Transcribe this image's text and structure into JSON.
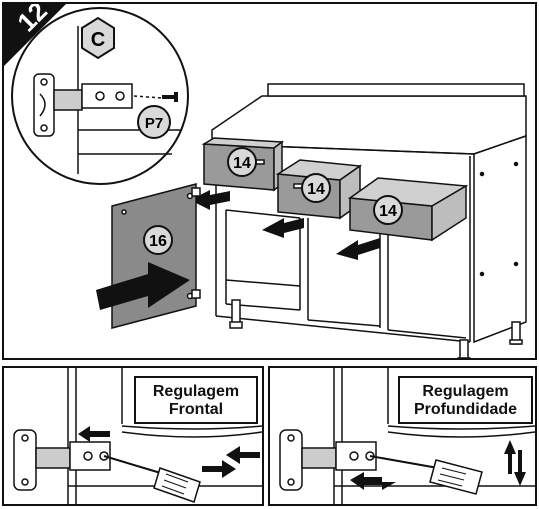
{
  "step": {
    "number": "12"
  },
  "detail": {
    "hardware_code": "C",
    "part_code": "P7"
  },
  "parts": {
    "drawer_label": "14",
    "door_label": "16"
  },
  "adjustments": {
    "frontal": {
      "line1": "Regulagem",
      "line2": "Frontal"
    },
    "profundidade": {
      "line1": "Regulagem",
      "line2": "Profundidade"
    }
  },
  "colors": {
    "line": "#111111",
    "door_fill": "#8a8a8a",
    "drawer_fill": "#9a9a9a",
    "arrow_fill": "#111111",
    "label_fill": "#d9d9d9"
  }
}
